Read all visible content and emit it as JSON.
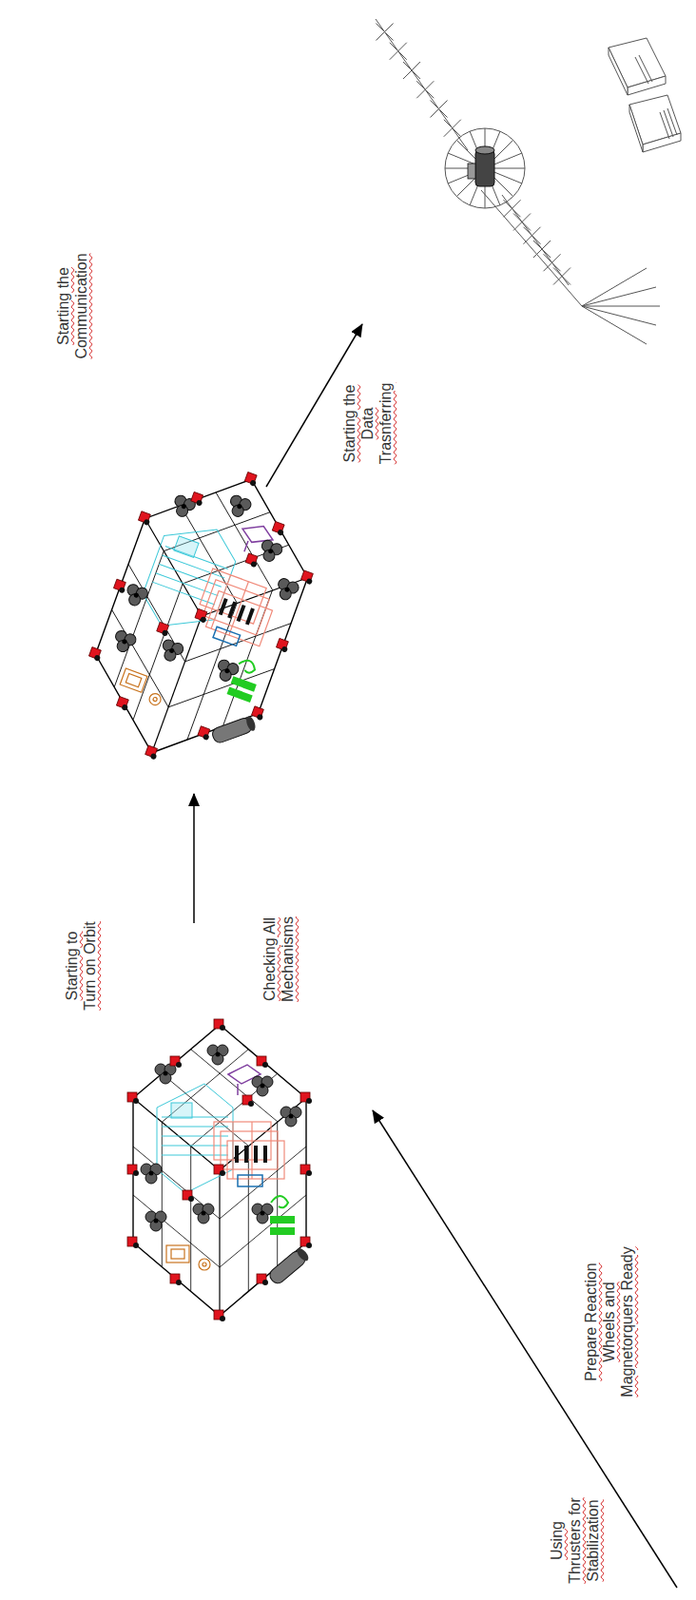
{
  "diagram": {
    "labels": [
      "Using Thrusters for Stabilization",
      "Prepare Reaction Wheels and Magnetorquers Ready",
      "Starting to Turn on Orbit",
      "Checking All Mechanisms",
      "Starting the Communication",
      "Starting the Data Trasnferring"
    ]
  }
}
